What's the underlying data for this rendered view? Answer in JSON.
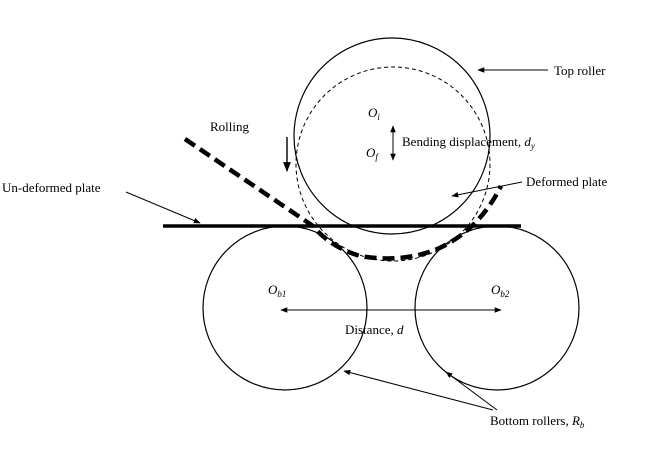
{
  "labels": {
    "top_roller": "Top roller",
    "rolling": "Rolling",
    "undeformed_plate": "Un-deformed plate",
    "deformed_plate": "Deformed plate",
    "bending_displacement": "Bending displacement, ",
    "bending_symbol": "d",
    "bending_subscript": "y",
    "distance": "Distance, ",
    "distance_symbol": "d",
    "bottom_rollers": "Bottom rollers, ",
    "bottom_rollers_symbol": "R",
    "bottom_rollers_subscript": "b"
  },
  "points": {
    "initial_center": {
      "symbol": "O",
      "subscript": "i"
    },
    "final_center": {
      "symbol": "O",
      "subscript": "f"
    },
    "bottom_center_1": {
      "symbol": "O",
      "subscript": "b1"
    },
    "bottom_center_2": {
      "symbol": "O",
      "subscript": "b2"
    }
  }
}
